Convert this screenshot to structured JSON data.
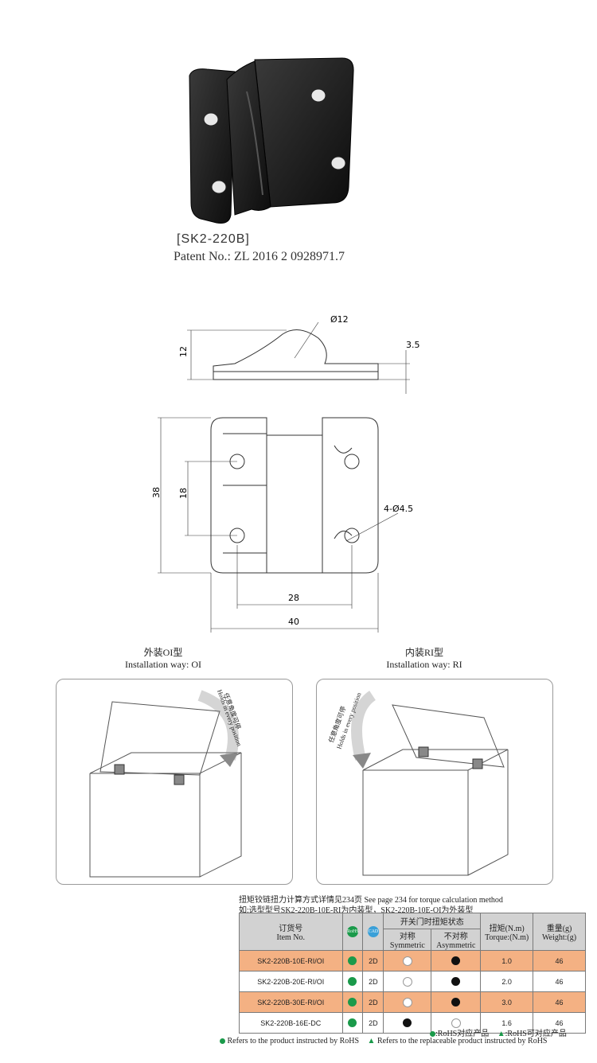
{
  "product": {
    "label": "[SK2-220B]",
    "patent": "Patent No.: ZL 2016 2 0928971.7"
  },
  "drawing": {
    "dim_diameter": "Ø12",
    "dim_height": "12",
    "dim_thickness": "3.5",
    "dim_total_height": "38",
    "dim_hole_spacing_v": "18",
    "dim_holes": "4-Ø4.5",
    "dim_hole_spacing_h": "28",
    "dim_width": "40"
  },
  "install": {
    "oi_cn": "外装OI型",
    "oi_en": "Installation way: OI",
    "ri_cn": "内装RI型",
    "ri_en": "Installation way: RI",
    "arrow_cn": "任意角度可停",
    "arrow_en": "Holds in every position"
  },
  "notes": {
    "line1": "扭矩铰链扭力计算方式详情见234页 See page 234 for torque calculation method",
    "line2": "如:选型型号SK2-220B-10E-RI为内装型，SK2-220B-10E-OI为外装型"
  },
  "table": {
    "headers": {
      "item_cn": "订货号",
      "item_en": "Item No.",
      "rohs_badge": "RoHS",
      "cad_badge": "CAD",
      "state_cn": "开关门时扭矩状态",
      "sym_cn": "对称",
      "sym_en": "Symmetric",
      "asym_cn": "不对称",
      "asym_en": "Asymmetric",
      "torque_cn": "扭矩(N.m)",
      "torque_en": "Torque:(N.m)",
      "weight_cn": "重量(g)",
      "weight_en": "Weight:(g)"
    },
    "rows": [
      {
        "item": "SK2-220B-10E-RI/OI",
        "cad": "2D",
        "torque": "1.0",
        "weight": "46"
      },
      {
        "item": "SK2-220B-20E-RI/OI",
        "cad": "2D",
        "torque": "2.0",
        "weight": "46"
      },
      {
        "item": "SK2-220B-30E-RI/OI",
        "cad": "2D",
        "torque": "3.0",
        "weight": "46"
      },
      {
        "item": "SK2-220B-16E-DC",
        "cad": "2D",
        "torque": "1.6",
        "weight": "46"
      }
    ]
  },
  "legend": {
    "rohs_cn": ":RoHS对应产品",
    "replace_cn": ":RoHS可对应产品",
    "rohs_en": "Refers to the product instructed by RoHS",
    "replace_en": "Refers to the replaceable product instructed by RoHS"
  },
  "colors": {
    "highlight_row": "#f4b183",
    "header_gray": "#d2d2d2",
    "rohs_green": "#1a9a4a"
  }
}
